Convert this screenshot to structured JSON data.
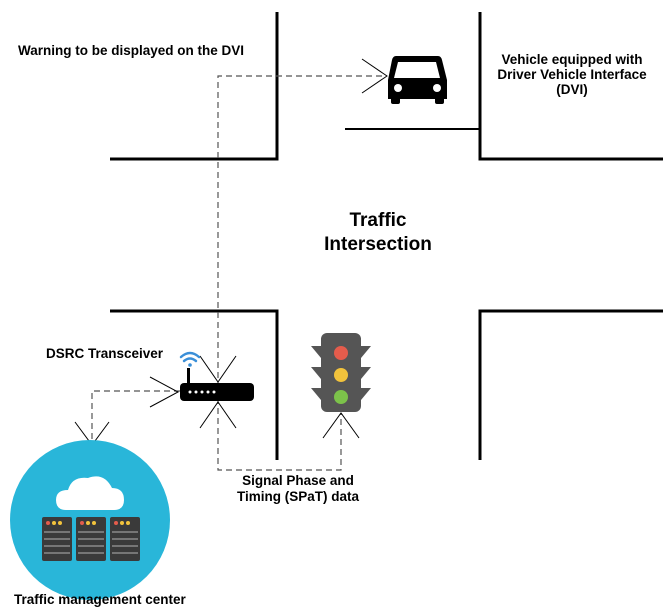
{
  "labels": {
    "warning": "Warning to be displayed on the DVI",
    "vehicle": [
      "Vehicle equipped with",
      "Driver Vehicle Interface",
      "(DVI)"
    ],
    "intersection": [
      "Traffic",
      "Intersection"
    ],
    "dsrc": "DSRC Transceiver",
    "spat": [
      "Signal Phase and",
      "Timing (SPaT) data"
    ],
    "tmc": "Traffic management center"
  },
  "colors": {
    "road_edge": "#000000",
    "dashed_link": "#555555",
    "cloud_circle": "#29b6d9",
    "server_body": "#3a3a3a",
    "light_red": "#e45c4c",
    "light_yellow": "#f2c33c",
    "light_green": "#7cc24a",
    "traffic_light_body": "#555555",
    "wifi": "#3a8fd8"
  },
  "icons": [
    "car-icon",
    "router-icon",
    "wifi-icon",
    "traffic-light-icon",
    "cloud-server-icon"
  ]
}
